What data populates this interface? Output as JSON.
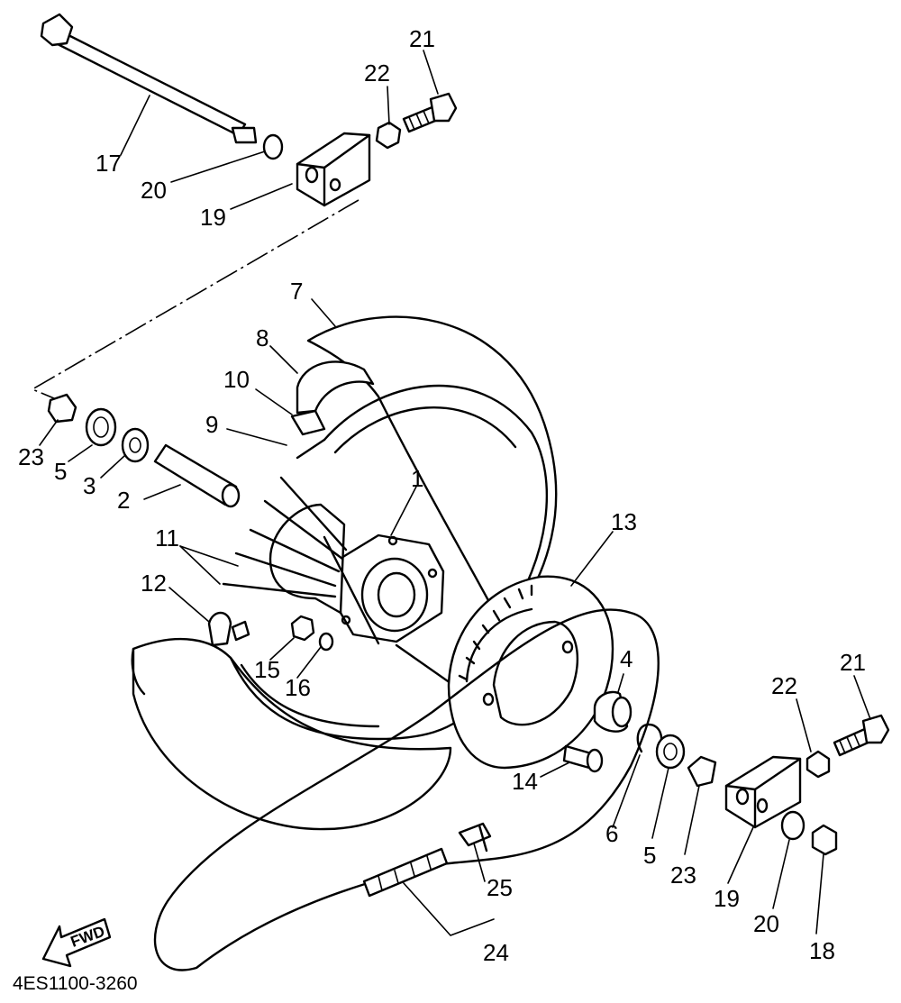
{
  "labels": {
    "p1": "1",
    "p2": "2",
    "p3": "3",
    "p4": "4",
    "p5a": "5",
    "p5b": "5",
    "p6": "6",
    "p7": "7",
    "p8": "8",
    "p9": "9",
    "p10": "10",
    "p11": "11",
    "p12": "12",
    "p13": "13",
    "p14": "14",
    "p15": "15",
    "p16": "16",
    "p17": "17",
    "p18": "18",
    "p19a": "19",
    "p19b": "19",
    "p20a": "20",
    "p20b": "20",
    "p21a": "21",
    "p21b": "21",
    "p22a": "22",
    "p22b": "22",
    "p23a": "23",
    "p23b": "23",
    "p24": "24",
    "p25": "25"
  },
  "fwd_label": "FWD",
  "diagram_code": "4ES1100-3260"
}
